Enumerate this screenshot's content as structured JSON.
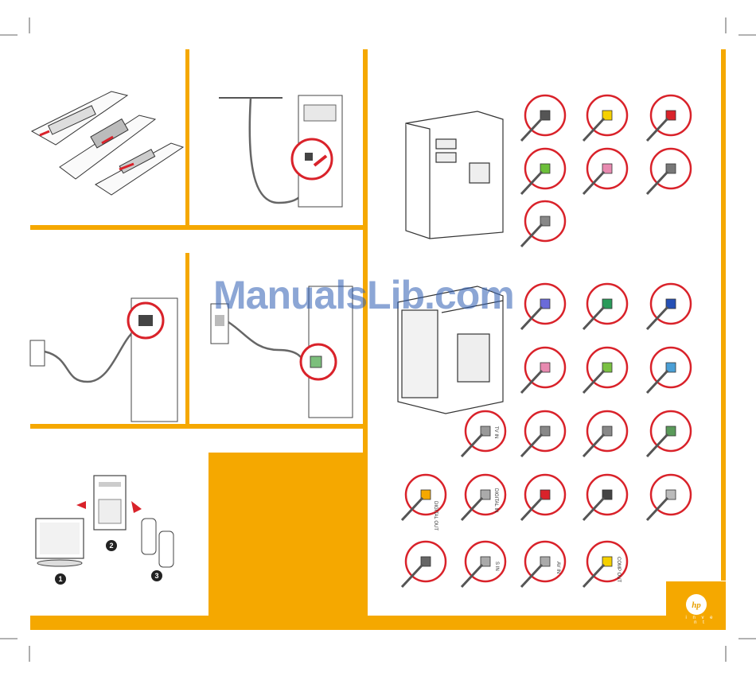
{
  "colors": {
    "accent": "#f5a800",
    "ring": "#d9222a",
    "line": "#555555",
    "hp_blue": "#2f5fb3"
  },
  "watermark": {
    "text": "ManualsLib.com"
  },
  "brand": {
    "logo_text": "hp",
    "tagline": "i n v e n t"
  },
  "step_numbers": {
    "one": "1",
    "two": "2",
    "three": "3"
  },
  "port_labels": {
    "digital_out": "DIGITAL OUT",
    "digital_in": "DIGITAL IN",
    "s_in": "S IN",
    "av_in": "AV IN",
    "comp_out": "COMP OUT",
    "tv_in": "TV IN"
  },
  "panels": [
    {
      "name": "remote-battery-panel",
      "icon": "remote-control-icon"
    },
    {
      "name": "fm-antenna-panel",
      "icon": "antenna-icon"
    },
    {
      "name": "power-cord-panel",
      "icon": "power-plug-icon"
    },
    {
      "name": "modem-cable-panel",
      "icon": "phone-jack-icon"
    },
    {
      "name": "monitor-speakers-panel",
      "icon": "monitor-icon"
    }
  ]
}
